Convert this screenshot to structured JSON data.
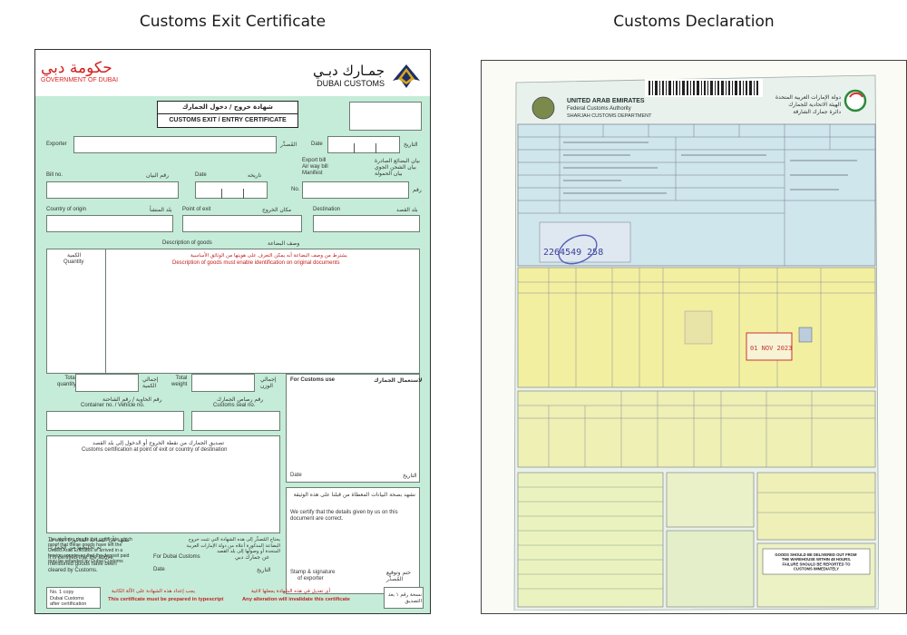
{
  "headings": {
    "left": "Customs Exit Certificate",
    "right": "Customs Declaration"
  },
  "certificate": {
    "gov_ar": "حكومة دبي",
    "gov_en": "GOVERNMENT OF DUBAI",
    "dc_ar": "جمـارك دبـي",
    "dc_en": "DUBAI CUSTOMS",
    "title_ar": "شهادة خروج / دخول الجمارك",
    "title_en": "CUSTOMS EXIT / ENTRY CERTIFICATE",
    "exporter": "Exporter",
    "exporter_ar": "المُصدِّر",
    "date": "Date",
    "date_ar": "التاريخ",
    "bill_no": "Bill no.",
    "bill_no_ar": "رقم البيان",
    "date2": "Date",
    "date2_ar": "تاريخه",
    "export_bill": "Export bill",
    "air_way_bill": "Air way bill",
    "manifest": "Manifest",
    "export_bill_ar": "بيان البضائع الصادرة",
    "air_way_bill_ar": "بيان الشحن الجوي",
    "manifest_ar": "بيان الحمولة",
    "no": "No.",
    "no_ar": "رقم",
    "country_of_origin": "Country of origin",
    "country_of_origin_ar": "بلد المنشأ",
    "point_of_exit": "Point of exit",
    "point_of_exit_ar": "مكان الخروج",
    "destination": "Destination",
    "destination_ar": "بلد القصد",
    "description_of_goods": "Description of goods",
    "description_of_goods_ar": "وصف البضاعة",
    "quantity_ar": "الكمية",
    "quantity": "Quantity",
    "desc_note_ar": "يشترط من وصف البضاعة أنه يمكن التعرف على هويتها من الوثائق الأساسية",
    "desc_note_en": "Description of goods must enable identification on original documents",
    "total_quantity_1": "Total",
    "total_quantity_2": "quantity",
    "total_quantity_ar": "إجمالي الكمية",
    "total_weight_1": "Total",
    "total_weight_2": "weight",
    "total_weight_ar": "إجمالي الوزن",
    "for_customs_use": "For Customs use",
    "for_customs_use_ar": "لاستعمال الجمارك",
    "container_ar": "رقم الحاوية / رقم الشاحنة",
    "container": "Container no. / Vehicle no.",
    "seal_ar": "رقم رصاص الجمارك",
    "seal": "Customs seal no.",
    "cert_point_ar": "تصديق الجمارك من نقطة الخروج أو الدخول إلى بلد القصد",
    "cert_point_en": "Customs certification at point of exit or country of destination",
    "date3": "Date",
    "date3_ar": "التاريخ",
    "certified_ar": "نشهد بأن البضاعة المذكورة أعلاه قد تم تخليصها من الجمارك",
    "certified_en": "It is certified that the above mentioned goods have been cleared by Customs.",
    "for_dubai_customs": "For Dubai Customs",
    "for_dubai_customs_ar": "عن جمارك دبي",
    "date4": "Date",
    "date4_ar": "التاريخ",
    "we_certify_ar": "نشهد بصحة البيانات المعطاة من قبلنا على هذه الوثيقة",
    "we_certify_en": "We certify that the details given by us on this document are correct.",
    "exporter_needs_ar": "يحتاج المُصدِّر إلى هذه الشهادة التي تثبت خروج البضاعة المذكورة أعلاه من دولة الإمارات العربية المتحدة أو وصولها إلى بلد القصد",
    "exporter_needs_en": "The exporter needs this certificate which proof that these goods have left the United Arab Emirates or arrived in a foreign country so that the deposit paid may be refunded by Dubai Customs",
    "stamp_en": "Stamp & signature",
    "stamp_en2": "of exporter",
    "stamp_ar": "ختم وتوقيع المُصدِّر",
    "no1_copy": "No. 1 copy",
    "dubai_customs_copy": "Dubai Customs",
    "after_certification": "after certification",
    "copy_ar": "نسخة رقم ١ بعد التصديق",
    "typescript_ar": "يجب إعداد هذه الشهادة على الآلة الكاتبة",
    "typescript_en": "This certificate must be prepared in typescript",
    "alteration_ar": "أي تعديل في هذه الشهادة يجعلها لاغية",
    "alteration_en": "Any alteration will invalidate this certificate"
  },
  "declaration": {
    "header_en1": "UNITED ARAB EMIRATES",
    "header_en2": "Federal Customs Authority",
    "header_en3": "SHARJAH CUSTOMS DEPARTMENT",
    "header_ar1": "دولة الإمارات العربية المتحدة",
    "header_ar2": "الهيئة الاتحادية للجمارك",
    "header_ar3": "دائرة جمارك الشارقة",
    "stamp_number": "2264549 258",
    "date_stamp": "01 NOV 2023",
    "notice": "GOODS SHOULD BE DELIVERED OUT FROM THE WAREHOUSE WITHIN 48 HOURS. FAILURE SHOULD BE REPORTED TO CUSTOMS IMMEDIATELY"
  },
  "colors": {
    "certificate_green": "#c5ecd8",
    "declaration_yellow": "#f2f0a0",
    "declaration_blue": "#c9e6ee",
    "stamp_blue": "#5561b8",
    "gov_red": "#d42020"
  }
}
